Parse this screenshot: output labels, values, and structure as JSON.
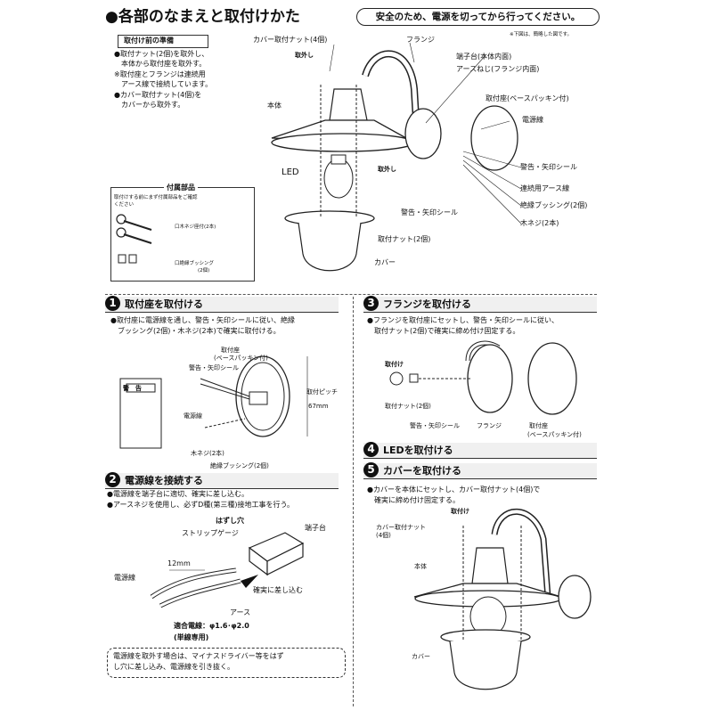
{
  "header": {
    "title": "●各部のなまえと取付けかた",
    "safety": "安全のため、電源を切ってから行ってください。",
    "note": "※下図は、簡略した図です。"
  },
  "prep": {
    "title": "取付け前の準備",
    "lines": [
      "●取付ナット(2個)を取外し、",
      "　本体から取付座を取外す。",
      "※取付座とフランジは連続用",
      "　アース線で接続しています。",
      "●カバー取付ナット(4個)を",
      "　カバーから取外す。"
    ]
  },
  "accessories": {
    "title": "付属部品",
    "note1": "取付けする前にまず付属部品をご確認",
    "note2": "ください",
    "screw": "口木ネジ座付(2本)",
    "bushing": "口絶縁ブッシング",
    "bushing_qty": "(2個)"
  },
  "main_labels": {
    "cover_nut": "カバー取付ナット(4個)",
    "flange": "フランジ",
    "remove": "取外し",
    "terminal": "端子台(本体内面)",
    "earth_screw": "アースねじ(フランジ内面)",
    "base": "取付座(ベースパッキン付)",
    "power_line": "電源線",
    "body": "本体",
    "led": "LED",
    "remove2": "取外し",
    "warning_seal": "警告・矢印シール",
    "earth_wire": "連続用アース線",
    "bushing": "絶縁ブッシング(2個)",
    "wood_screw": "木ネジ(2本)",
    "warning_seal2": "警告・矢印シール",
    "mount_nut": "取付ナット(2個)",
    "cover": "カバー"
  },
  "step1": {
    "num": "1",
    "title": "取付座を取付ける",
    "line1": "●取付座に電源線を通し、警告・矢印シールに従い、絶縁",
    "line2": "　ブッシング(2個)・木ネジ(2本)で確実に取付ける。",
    "base": "取付座",
    "base2": "(ベースパッキン付)",
    "seal": "警告・矢印シール",
    "power": "電源線",
    "pitch": "取付ピッチ",
    "pitch_val": "67mm",
    "screw": "木ネジ(2本)",
    "bushing": "絶縁ブッシング(2個)",
    "warn_head": "警　告"
  },
  "step2": {
    "num": "2",
    "title": "電源線を接続する",
    "line1": "●電源線を端子台に適切、確実に差し込む。",
    "line2": "●アースネジを使用し、必ずD種(第三種)接地工事を行う。",
    "hole": "はずし穴",
    "gauge": "ストリップゲージ",
    "terminal": "端子台",
    "len": "12mm",
    "power": "電源線",
    "insert": "確実に差し込む",
    "earth": "アース",
    "fit1": "適合電線：φ1.6･φ2.0",
    "fit2": "(単線専用)",
    "note1": "電源線を取外す場合は、マイナスドライバー等をはず",
    "note2": "し穴に差し込み、電源線を引き抜く。"
  },
  "step3": {
    "num": "3",
    "title": "フランジを取付ける",
    "line1": "●フランジを取付座にセットし、警告・矢印シールに従い、",
    "line2": "　取付ナット(2個)で確実に締め付け固定する。",
    "tighten": "取付け",
    "nut": "取付ナット(2個)",
    "seal": "警告・矢印シール",
    "flange": "フランジ",
    "base": "取付座",
    "base2": "(ベースパッキン付)"
  },
  "step4": {
    "num": "4",
    "title": "LEDを取付ける"
  },
  "step5": {
    "num": "5",
    "title": "カバーを取付ける",
    "line1": "●カバーを本体にセットし、カバー取付ナット(4個)で",
    "line2": "　確実に締め付け固定する。",
    "tighten": "取付け",
    "nut": "カバー取付ナット",
    "nut_qty": "(4個)",
    "body": "本体",
    "cover": "カバー"
  }
}
